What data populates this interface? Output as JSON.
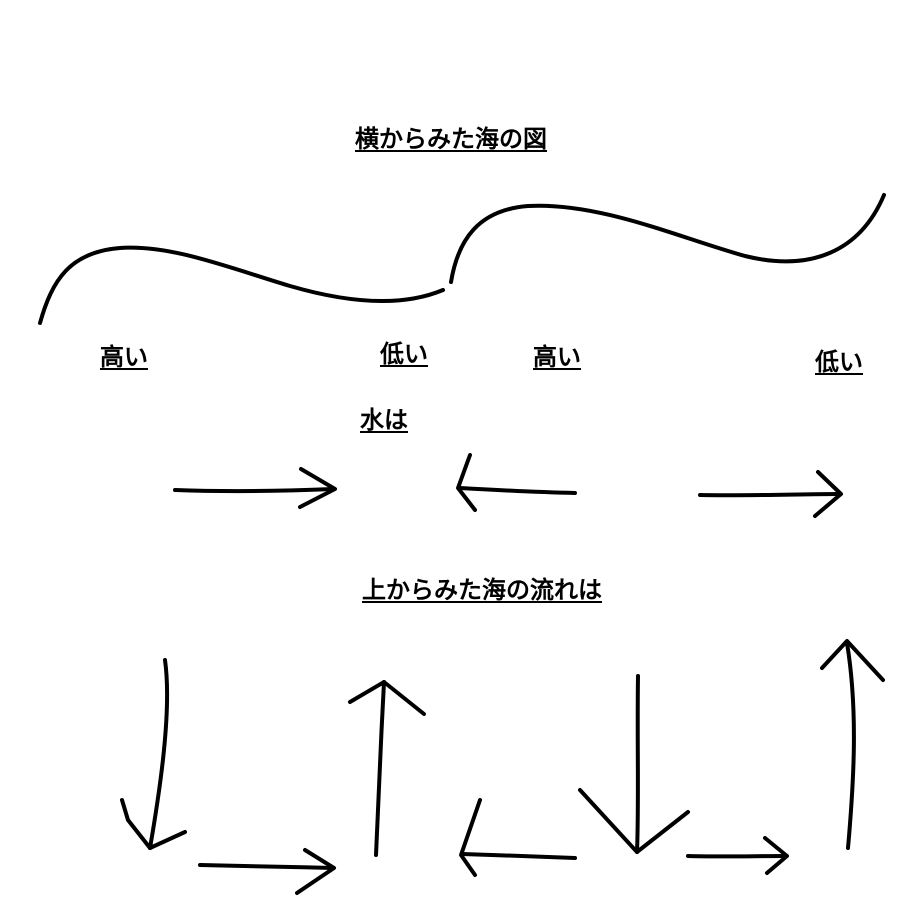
{
  "side_view": {
    "title": "横からみた海の図",
    "labels": {
      "high_left": "高い",
      "low_mid": "低い",
      "high_mid": "高い",
      "low_right": "低い"
    },
    "water_caption": "水は",
    "arrows": [
      "right",
      "left",
      "right"
    ]
  },
  "top_view": {
    "title": "上からみた海の流れは",
    "arrows": [
      "down",
      "right",
      "up",
      "left",
      "down",
      "right",
      "up"
    ]
  }
}
